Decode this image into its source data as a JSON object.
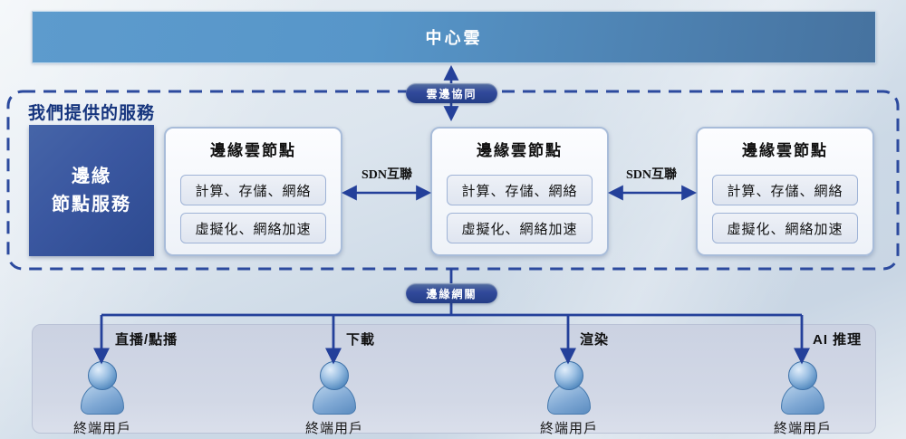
{
  "central_cloud": {
    "label": "中心雲"
  },
  "connectors": {
    "cloud_edge_badge": "雲邊協同",
    "edge_gateway_badge": "邊緣網關",
    "sdn_link_label": "SDN互聯"
  },
  "services": {
    "container_label": "我們提供的服務",
    "side_panel": {
      "line1": "邊緣",
      "line2": "節點服務"
    },
    "nodes": [
      {
        "title": "邊緣雲節點",
        "rows": [
          "計算、存儲、網絡",
          "虛擬化、網絡加速"
        ]
      },
      {
        "title": "邊緣雲節點",
        "rows": [
          "計算、存儲、網絡",
          "虛擬化、網絡加速"
        ]
      },
      {
        "title": "邊緣雲節點",
        "rows": [
          "計算、存儲、網絡",
          "虛擬化、網絡加速"
        ]
      }
    ]
  },
  "end_users": {
    "use_cases": [
      {
        "label": "直播/點播",
        "user_label": "終端用戶"
      },
      {
        "label": "下載",
        "user_label": "終端用戶"
      },
      {
        "label": "渲染",
        "user_label": "終端用戶"
      },
      {
        "label": "AI 推理",
        "user_label": "終端用戶"
      }
    ]
  },
  "colors": {
    "banner_gradient_left": "#5d9bcd",
    "banner_gradient_right": "#46729f",
    "connector_blue": "#24409a",
    "dashed_border_blue": "#2c4a9e",
    "badge_blue": "#31499b",
    "side_panel_blue": "#3a57a0",
    "container_label_text": "#16357e",
    "band_background": "#ccd3e3",
    "node_border": "#a8bcd9"
  }
}
